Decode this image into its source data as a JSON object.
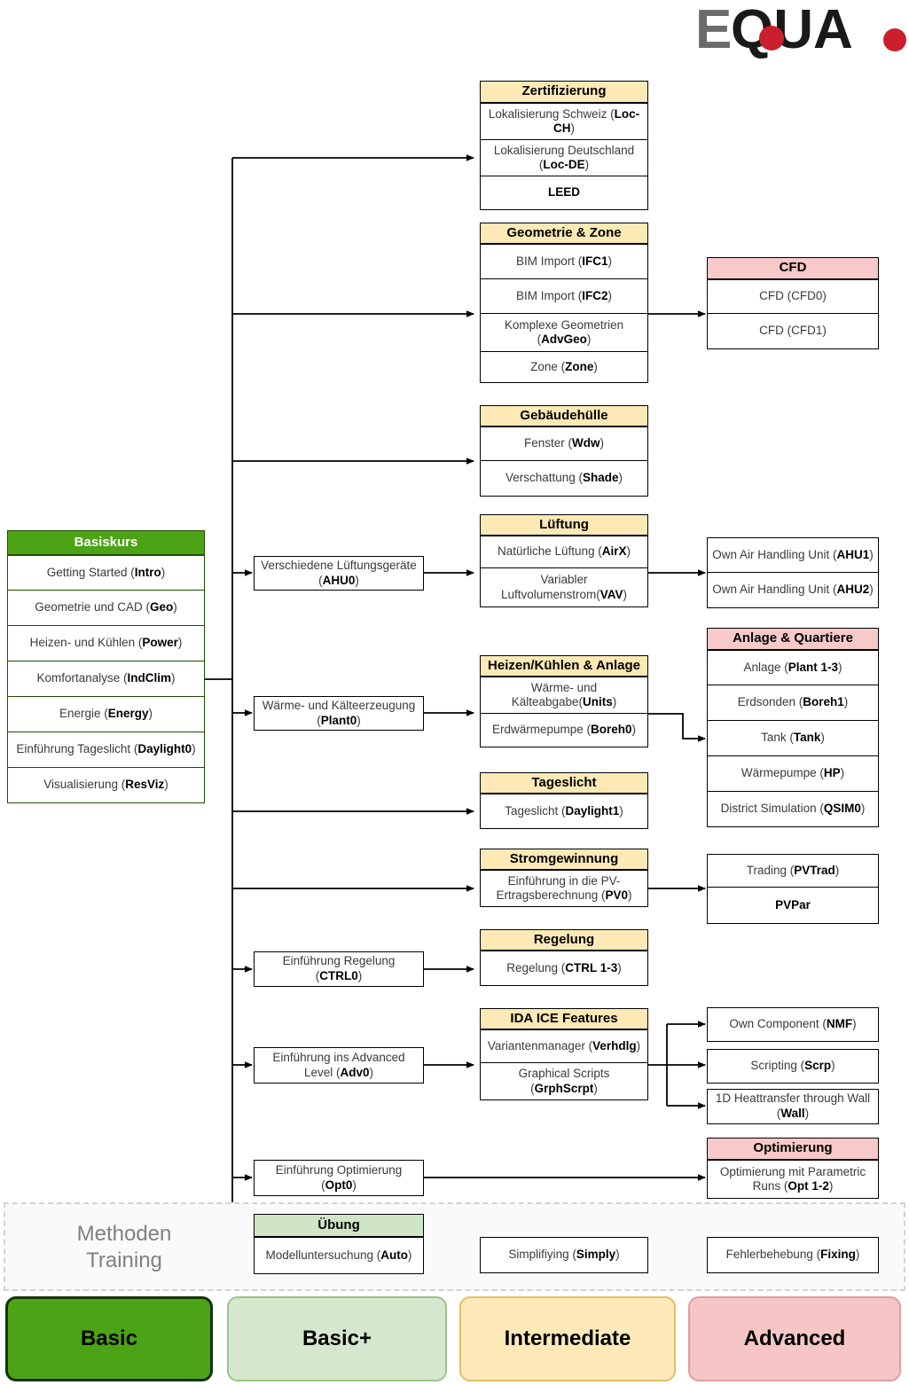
{
  "logo": {
    "text_1": "E",
    "text_2": "QUA",
    "dot": "."
  },
  "basiskurs": {
    "title": "Basiskurs",
    "items": [
      {
        "text": "Getting Started (",
        "code": "Intro",
        "tail": ")"
      },
      {
        "text": "Geometrie und CAD (",
        "code": "Geo",
        "tail": ")"
      },
      {
        "text": "Heizen- und Kühlen (",
        "code": "Power",
        "tail": ")"
      },
      {
        "text": "Komfortanalyse (",
        "code": "IndClim",
        "tail": ")"
      },
      {
        "text": "Energie (",
        "code": "Energy",
        "tail": ")"
      },
      {
        "text": "Einführung Tageslicht (",
        "code": "Daylight0",
        "tail": ")"
      },
      {
        "text": "Visualisierung (",
        "code": "ResViz",
        "tail": ")"
      }
    ]
  },
  "groups": {
    "zertifizierung": {
      "title": "Zertifizierung",
      "items": [
        {
          "text": "Lokalisierung Schweiz (",
          "code": "Loc-CH",
          "tail": ")"
        },
        {
          "text": "Lokalisierung Deutschland (",
          "code": "Loc-DE",
          "tail": ")"
        },
        {
          "text": "",
          "code": "LEED",
          "tail": ""
        }
      ]
    },
    "geometrie_zone": {
      "title": "Geometrie & Zone",
      "items": [
        {
          "text": "BIM Import (",
          "code": "IFC1",
          "tail": ")"
        },
        {
          "text": "BIM Import (",
          "code": "IFC2",
          "tail": ")"
        },
        {
          "text": "Komplexe Geometrien (",
          "code": "AdvGeo",
          "tail": ")"
        },
        {
          "text": "Zone (",
          "code": "Zone",
          "tail": ")"
        }
      ]
    },
    "cfd": {
      "title": "CFD",
      "items": [
        {
          "text": "CFD (CFD0)",
          "code": "",
          "tail": ""
        },
        {
          "text": "CFD (CFD1)",
          "code": "",
          "tail": ""
        }
      ]
    },
    "gebaeudehuelle": {
      "title": "Gebäudehülle",
      "items": [
        {
          "text": "Fenster (",
          "code": "Wdw",
          "tail": ")"
        },
        {
          "text": "Verschattung (",
          "code": "Shade",
          "tail": ")"
        }
      ]
    },
    "lueftung": {
      "title": "Lüftung",
      "items": [
        {
          "text": "Natürliche Lüftung (",
          "code": "AirX",
          "tail": ")"
        },
        {
          "text": "Variabler Luftvolumenstrom(",
          "code": "VAV",
          "tail": ")"
        }
      ]
    },
    "ahu_right": {
      "title": "",
      "items": [
        {
          "text": "Own Air Handling Unit (",
          "code": "AHU1",
          "tail": ")"
        },
        {
          "text": "Own Air Handling Unit (",
          "code": "AHU2",
          "tail": ")"
        }
      ]
    },
    "heizen_anlage": {
      "title": "Heizen/Kühlen & Anlage",
      "items": [
        {
          "text": "Wärme- und Kälteabgabe(",
          "code": "Units",
          "tail": ")"
        },
        {
          "text": "Erdwärmepumpe (",
          "code": "Boreh0",
          "tail": ")"
        }
      ]
    },
    "anlage_quartiere": {
      "title": "Anlage & Quartiere",
      "items": [
        {
          "text": "Anlage (",
          "code": "Plant 1-3",
          "tail": ")"
        },
        {
          "text": "Erdsonden (",
          "code": "Boreh1",
          "tail": ")"
        },
        {
          "text": "Tank (",
          "code": "Tank",
          "tail": ")"
        },
        {
          "text": "Wärmepumpe (",
          "code": "HP",
          "tail": ")"
        },
        {
          "text": "District Simulation (",
          "code": "QSIM0",
          "tail": ")"
        }
      ]
    },
    "tageslicht": {
      "title": "Tageslicht",
      "items": [
        {
          "text": "Tageslicht (",
          "code": "Daylight1",
          "tail": ")"
        }
      ]
    },
    "stromgewinnung": {
      "title": "Stromgewinnung",
      "items": [
        {
          "text": "Einführung in die PV-Ertragsberechnung (",
          "code": "PV0",
          "tail": ")"
        }
      ]
    },
    "pv_right": {
      "title": "",
      "items": [
        {
          "text": "Trading (",
          "code": "PVTrad",
          "tail": ")"
        },
        {
          "text": "",
          "code": "PVPar",
          "tail": ""
        }
      ]
    },
    "regelung": {
      "title": "Regelung",
      "items": [
        {
          "text": "Regelung (",
          "code": "CTRL 1-3",
          "tail": ")"
        }
      ]
    },
    "ida_ice_features": {
      "title": "IDA ICE Features",
      "items": [
        {
          "text": "Variantenmanager (",
          "code": "Verhdlg",
          "tail": ")"
        },
        {
          "text": "Graphical Scripts (",
          "code": "GrphScrpt",
          "tail": ")"
        }
      ]
    },
    "optimierung": {
      "title": "Optimierung",
      "items": [
        {
          "text": "Optimierung mit Parametric Runs (",
          "code": "Opt 1-2",
          "tail": ")"
        }
      ]
    },
    "uebung": {
      "title": "Übung",
      "items": [
        {
          "text": "Modelluntersuchung (",
          "code": "Auto",
          "tail": ")"
        }
      ]
    }
  },
  "mid_boxes": {
    "ahu0": {
      "text": "Verschiedene Lüftungsgeräte (",
      "code": "AHU0",
      "tail": ")"
    },
    "plant0": {
      "text": "Wärme- und Kälteerzeugung (",
      "code": "Plant0",
      "tail": ")"
    },
    "ctrl0": {
      "text": "Einführung Regelung (",
      "code": "CTRL0",
      "tail": ")"
    },
    "adv0": {
      "text": "Einführung ins Advanced Level (",
      "code": "Adv0",
      "tail": ")"
    },
    "opt0": {
      "text": "Einführung Optimierung (",
      "code": "Opt0",
      "tail": ")"
    }
  },
  "right_boxes": {
    "nmf": {
      "text": "Own Component (",
      "code": "NMF",
      "tail": ")"
    },
    "scrp": {
      "text": "Scripting (",
      "code": "Scrp",
      "tail": ")"
    },
    "wall": {
      "text": "1D Heattransfer through Wall (",
      "code": "Wall",
      "tail": ")"
    }
  },
  "methoden": {
    "label_line1": "Methoden",
    "label_line2": "Training",
    "simply": {
      "text": "Simplifiying (",
      "code": "Simply",
      "tail": ")"
    },
    "fixing": {
      "text": "Fehlerbehebung (",
      "code": "Fixing",
      "tail": ")"
    }
  },
  "legend": {
    "basic": "Basic",
    "basic_plus": "Basic+",
    "intermediate": "Intermediate",
    "advanced": "Advanced"
  },
  "colors": {
    "basic": "#4ba315",
    "basic_plus": "#d5e8cd",
    "intermediate": "#fde9b8",
    "advanced": "#f6c6c6",
    "logo_gray": "#6b6b6b",
    "logo_black": "#1a1a1a",
    "logo_red": "#cc1f2e"
  }
}
